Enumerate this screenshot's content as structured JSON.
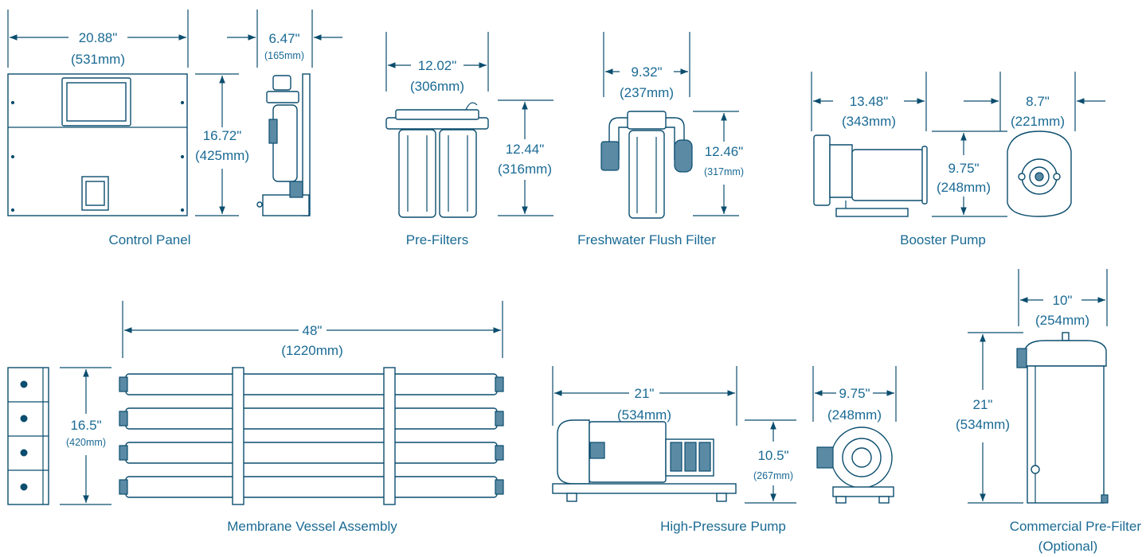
{
  "components": {
    "control_panel": {
      "label": "Control Panel",
      "width_in": "20.88\"",
      "width_mm": "(531mm)",
      "depth_in": "6.47\"",
      "depth_mm": "(165mm)",
      "height_in": "16.72\"",
      "height_mm": "(425mm)"
    },
    "pre_filters": {
      "label": "Pre-Filters",
      "width_in": "12.02\"",
      "width_mm": "(306mm)",
      "height_in": "12.44\"",
      "height_mm": "(316mm)"
    },
    "flush_filter": {
      "label": "Freshwater Flush Filter",
      "width_in": "9.32\"",
      "width_mm": "(237mm)",
      "height_in": "12.46\"",
      "height_mm": "(317mm)"
    },
    "booster_pump": {
      "label": "Booster Pump",
      "length_in": "13.48\"",
      "length_mm": "(343mm)",
      "width_in": "8.7\"",
      "width_mm": "(221mm)",
      "height_in": "9.75\"",
      "height_mm": "(248mm)"
    },
    "membrane": {
      "label": "Membrane Vessel Assembly",
      "length_in": "48\"",
      "length_mm": "(1220mm)",
      "height_in": "16.5\"",
      "height_mm": "(420mm)"
    },
    "hp_pump": {
      "label": "High-Pressure Pump",
      "length_in": "21\"",
      "length_mm": "(534mm)",
      "width_in": "9.75\"",
      "width_mm": "(248mm)",
      "height_in": "10.5\"",
      "height_mm": "(267mm)"
    },
    "commercial_filter": {
      "label": "Commercial Pre-Filter",
      "label2": "(Optional)",
      "width_in": "10\"",
      "width_mm": "(254mm)",
      "height_in": "21\"",
      "height_mm": "(534mm)"
    }
  },
  "colors": {
    "line": "#0b4d6e",
    "text": "#1a6a94",
    "accent": "#5b8aa5"
  }
}
